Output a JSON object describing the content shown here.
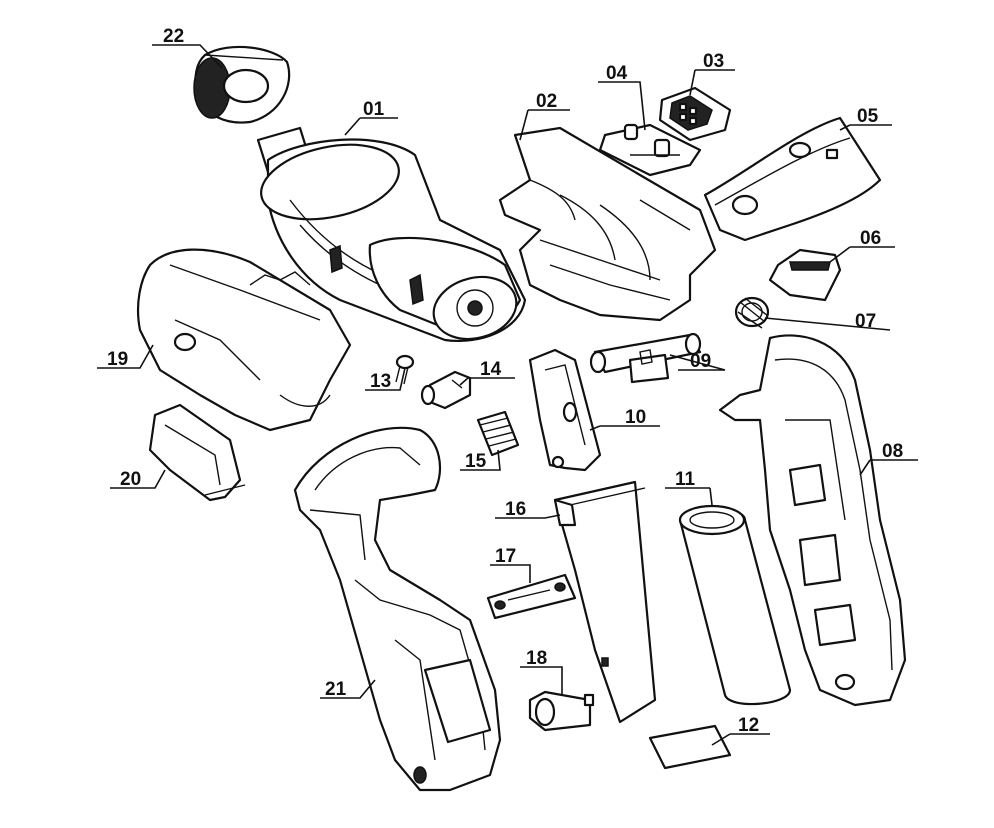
{
  "labels": {
    "p01": "01",
    "p02": "02",
    "p03": "03",
    "p04": "04",
    "p05": "05",
    "p06": "06",
    "p07": "07",
    "p08": "08",
    "p09": "09",
    "p10": "10",
    "p11": "11",
    "p12": "12",
    "p13": "13",
    "p14": "14",
    "p15": "15",
    "p16": "16",
    "p17": "17",
    "p18": "18",
    "p19": "19",
    "p20": "20",
    "p21": "21",
    "p22": "22"
  },
  "colors": {
    "line": "#111111",
    "background": "#ffffff"
  }
}
